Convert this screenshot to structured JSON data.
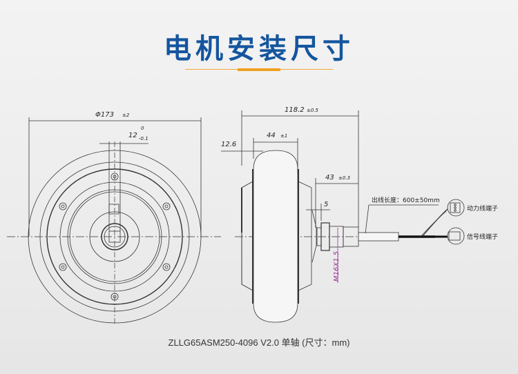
{
  "header": {
    "title": "电机安装尺寸"
  },
  "front_view": {
    "diameter": "Φ173",
    "diameter_tol": "±2",
    "key_width": "12",
    "key_tol_upper": "0",
    "key_tol_lower": "-0.1"
  },
  "side_view": {
    "overall": "118.2",
    "overall_tol": "±0.5",
    "tire_width": "44",
    "tire_tol": "±1",
    "offset": "12.6",
    "shaft_length": "43",
    "shaft_tol": "±0.3",
    "shoulder": "5",
    "thread": "M16X1.5"
  },
  "cable": {
    "length_label": "出线长度：600±50mm",
    "power_connector": "动力线端子",
    "signal_connector": "信号线端子"
  },
  "caption": "ZLLG65ASM250-4096 V2.0 单轴 (尺寸：mm)",
  "colors": {
    "title": "#14559e",
    "accent": "#f0a020",
    "thread": "#a0309a"
  }
}
